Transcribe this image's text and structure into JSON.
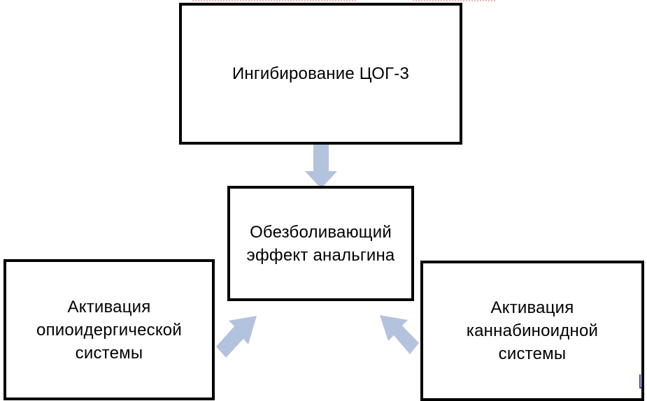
{
  "diagram": {
    "nodes": {
      "top": {
        "label": "Ингибирование ЦОГ-3"
      },
      "center": {
        "label": "Обезболивающий\nэффект анальгина"
      },
      "left": {
        "label": "Активация\nопиоидергической\nсистемы"
      },
      "right": {
        "label": "Активация\nканнабиноидной\nсистемы"
      }
    },
    "edges": [
      {
        "from": "top",
        "to": "center"
      },
      {
        "from": "left",
        "to": "center"
      },
      {
        "from": "right",
        "to": "center"
      }
    ],
    "colors": {
      "arrow": "#b4c3dd",
      "border": "#000000",
      "text": "#000000",
      "background": "#ffffff"
    }
  }
}
